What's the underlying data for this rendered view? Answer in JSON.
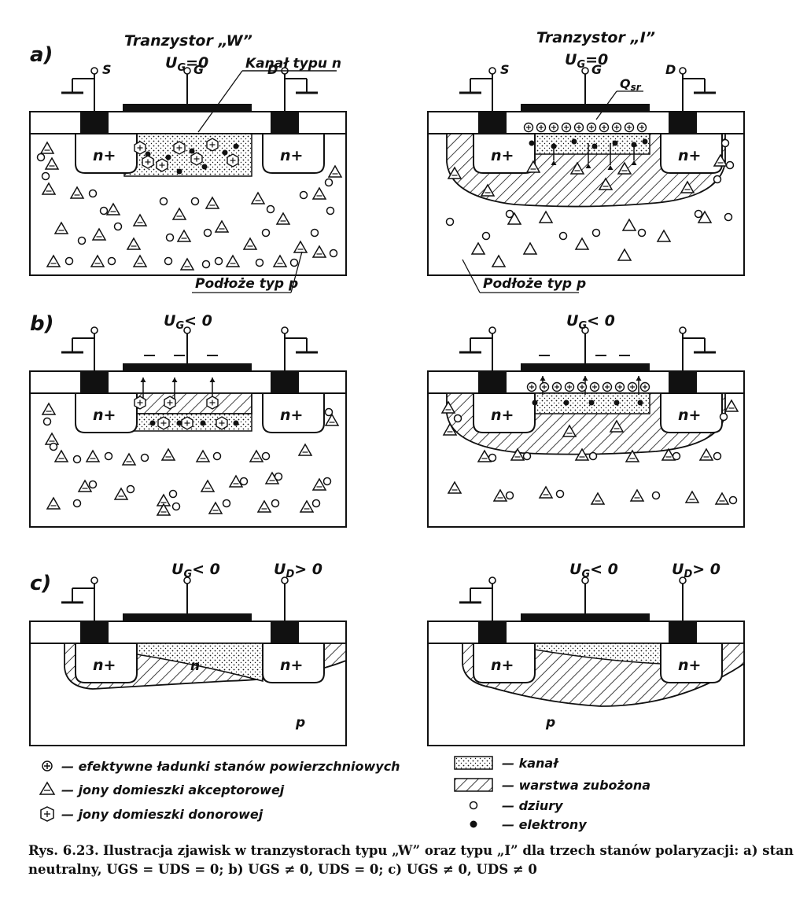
{
  "panels": {
    "a": {
      "letter": "a)",
      "title_left": "Tranzystor „W”",
      "title_right": "Tranzystor „I”",
      "ug_left": "U",
      "ug_sub": "G",
      "ug_val": "=0",
      "kanal_label": "Kanał typu n",
      "qsr_label": "Q",
      "qsr_sub": "sr",
      "podloze": "Podłoże typ p"
    },
    "b": {
      "letter": "b)",
      "ug_val": "< 0"
    },
    "c": {
      "letter": "c)",
      "ug_val": "< 0",
      "ud_sub": "D",
      "ud_val": "> 0",
      "n_label": "n",
      "p_label": "p"
    }
  },
  "terminals": {
    "s": "S",
    "g": "G",
    "d": "D"
  },
  "regions": {
    "n_plus": "n+"
  },
  "legend": {
    "left": [
      "— efektywne ładunki stanów powierzchniowych",
      "— jony domieszki akceptorowej",
      "— jony domieszki donorowej"
    ],
    "right": [
      "— kanał",
      "— warstwa zubożona",
      "— dziury",
      "— elektrony"
    ]
  },
  "caption": {
    "number": "Rys. 6.23.",
    "text": "Ilustracja zjawisk w tranzystorach typu „W” oraz typu „I” dla trzech stanów polaryzacji: a) stan neutralny, U",
    "line": "Ilustracja zjawisk w tranzystorach typu „W” oraz typu „I” dla trzech stanów polaryzacji: a) stan neutralny, UGS = UDS = 0; b) UGS ≠ 0, UDS = 0; c) UGS ≠ 0, UDS ≠ 0"
  },
  "colors": {
    "ink": "#111111",
    "paper": "#ffffff"
  }
}
